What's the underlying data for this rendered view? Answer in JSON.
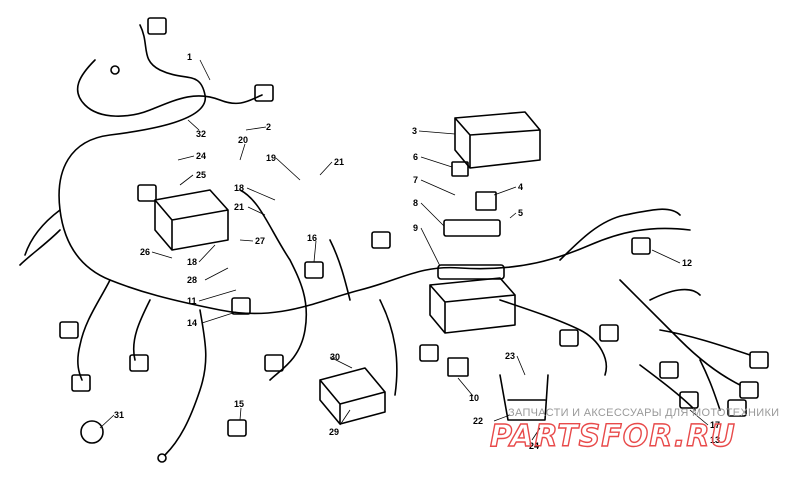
{
  "callouts": [
    {
      "id": "1",
      "text": "1"
    },
    {
      "id": "2",
      "text": "2"
    },
    {
      "id": "3",
      "text": "3"
    },
    {
      "id": "4",
      "text": "4"
    },
    {
      "id": "5",
      "text": "5"
    },
    {
      "id": "6",
      "text": "6"
    },
    {
      "id": "7",
      "text": "7"
    },
    {
      "id": "8",
      "text": "8"
    },
    {
      "id": "9",
      "text": "9"
    },
    {
      "id": "10",
      "text": "10"
    },
    {
      "id": "11",
      "text": "11"
    },
    {
      "id": "12",
      "text": "12"
    },
    {
      "id": "13",
      "text": "13"
    },
    {
      "id": "14",
      "text": "14"
    },
    {
      "id": "15",
      "text": "15"
    },
    {
      "id": "16",
      "text": "16"
    },
    {
      "id": "17",
      "text": "17"
    },
    {
      "id": "18a",
      "text": "18"
    },
    {
      "id": "18b",
      "text": "18"
    },
    {
      "id": "19",
      "text": "19"
    },
    {
      "id": "20",
      "text": "20"
    },
    {
      "id": "21a",
      "text": "21"
    },
    {
      "id": "21b",
      "text": "21"
    },
    {
      "id": "22",
      "text": "22"
    },
    {
      "id": "23",
      "text": "23"
    },
    {
      "id": "24a",
      "text": "24"
    },
    {
      "id": "24b",
      "text": "24"
    },
    {
      "id": "25",
      "text": "25"
    },
    {
      "id": "26",
      "text": "26"
    },
    {
      "id": "27",
      "text": "27"
    },
    {
      "id": "28",
      "text": "28"
    },
    {
      "id": "29",
      "text": "29"
    },
    {
      "id": "30",
      "text": "30"
    },
    {
      "id": "31",
      "text": "31"
    },
    {
      "id": "32",
      "text": "32"
    }
  ],
  "watermark": {
    "line1": "ЗАПЧАСТИ И АКСЕССУАРЫ ДЛЯ МОТОТЕХНИКИ",
    "line2": "PARTSFOR.RU",
    "color": "#e84a4a"
  },
  "line_color": "#000000",
  "background": "#ffffff"
}
